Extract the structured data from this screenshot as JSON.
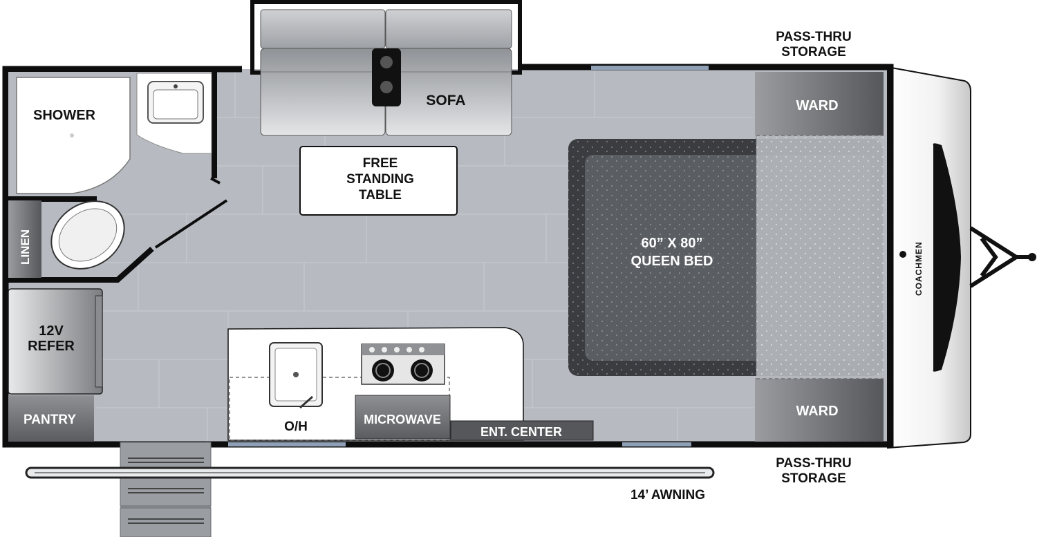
{
  "labels": {
    "pass_thru_top_1": "PASS-THRU",
    "pass_thru_top_2": "STORAGE",
    "pass_thru_bottom_1": "PASS-THRU",
    "pass_thru_bottom_2": "STORAGE",
    "ward_top": "WARD",
    "ward_bottom": "WARD",
    "shower": "SHOWER",
    "linen": "LINEN",
    "sofa": "SOFA",
    "table_1": "FREE",
    "table_2": "STANDING",
    "table_3": "TABLE",
    "bed_1": "60” X 80”",
    "bed_2": "QUEEN BED",
    "refer_1": "12V",
    "refer_2": "REFER",
    "pantry": "PANTRY",
    "oh": "O/H",
    "microwave": "MICROWAVE",
    "ent_center": "ENT. CENTER",
    "awning": "14’ AWNING",
    "brand": "COACHMEN"
  },
  "colors": {
    "wall": "#0d0d0d",
    "floor": "#b9bdc3",
    "floor_line": "#c9ccd1",
    "cabinet_dark": "#6c6e72",
    "cabinet_light": "#9a9ca0",
    "bed_dark": "#3a3c40",
    "bed_mid": "#55585d",
    "bed_light": "#a8abb0",
    "window": "#8ea0b6",
    "white": "#ffffff"
  }
}
